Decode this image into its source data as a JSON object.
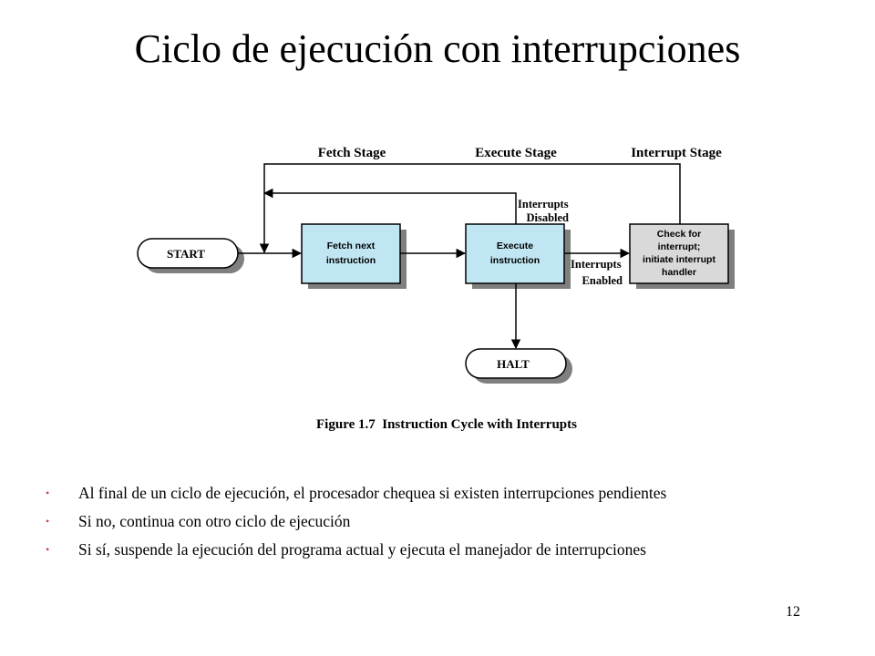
{
  "slide": {
    "title": "Ciclo de ejecución con interrupciones",
    "page_number": "12"
  },
  "diagram": {
    "stages": {
      "fetch": "Fetch Stage",
      "execute": "Execute Stage",
      "interrupt": "Interrupt Stage"
    },
    "nodes": {
      "start": "START",
      "fetch_line1": "Fetch next",
      "fetch_line2": "instruction",
      "execute_line1": "Execute",
      "execute_line2": "instruction",
      "check_line1": "Check for",
      "check_line2": "interrupt;",
      "check_line3": "initiate interrupt",
      "check_line4": "handler",
      "halt": "HALT"
    },
    "edges": {
      "disabled_line1": "Interrupts",
      "disabled_line2": "Disabled",
      "enabled_line1": "Interrupts",
      "enabled_line2": "Enabled"
    },
    "caption": "Figure 1.7  Instruction Cycle with Interrupts",
    "colors": {
      "process_fill": "#bfe6f2",
      "check_fill": "#d9d9d9",
      "shadow": "#7f7f7f",
      "bullet": "#d94040"
    }
  },
  "bullets": [
    "Al final de un ciclo de ejecución, el procesador chequea si existen interrupciones pendientes",
    "Si no, continua con otro ciclo de ejecución",
    "Si sí, suspende la ejecución del programa actual y ejecuta el manejador de interrupciones"
  ],
  "bullet_symbol": "•"
}
